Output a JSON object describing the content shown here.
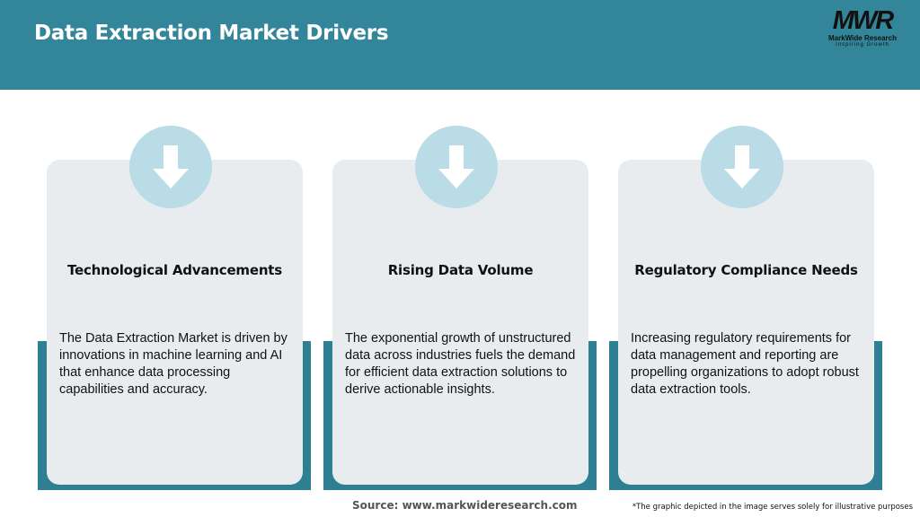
{
  "header": {
    "title": "Data Extraction Market Drivers",
    "logo": {
      "mark": "MWR",
      "name": "MarkWide Research",
      "tagline": "Inspiring Growth"
    },
    "background_color": "#33869a"
  },
  "cards": [
    {
      "icon": "down-arrow-icon",
      "heading": "Technological Advancements",
      "body": "The Data Extraction Market is driven by innovations in machine learning and AI that enhance data processing capabilities and accuracy."
    },
    {
      "icon": "down-arrow-icon",
      "heading": "Rising Data Volume",
      "body": "The exponential growth of unstructured data across industries fuels the demand for efficient data extraction solutions to derive actionable insights."
    },
    {
      "icon": "down-arrow-icon",
      "heading": "Regulatory Compliance Needs",
      "body": "Increasing regulatory requirements for data management and reporting are propelling organizations to adopt robust data extraction tools."
    }
  ],
  "colors": {
    "accent": "#2f7f92",
    "card_background": "#e9ecef",
    "icon_circle": "#b9dce6"
  },
  "footer": {
    "source": "Source: www.markwideresearch.com",
    "disclaimer": "*The graphic depicted in the image serves solely for illustrative purposes"
  }
}
